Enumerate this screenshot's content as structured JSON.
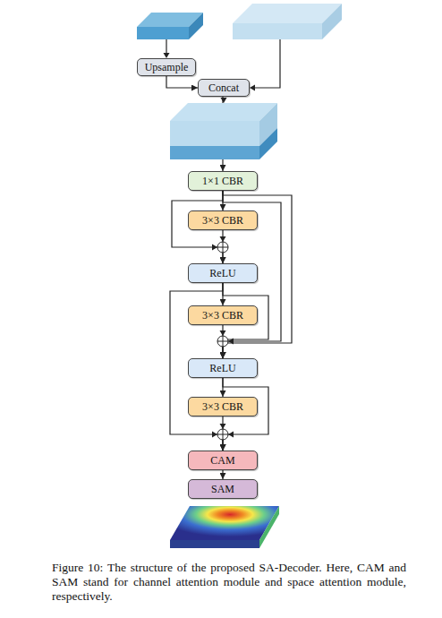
{
  "diagram": {
    "caption": "Figure 10: The structure of the proposed SA-Decoder. Here, CAM and SAM stand for channel attention module and space attention module, respectively.",
    "nodes": [
      {
        "text": [
          "Upsample"
        ]
      },
      {
        "text": [
          "Concat"
        ]
      },
      {
        "text": [
          "1×1 CBR"
        ]
      },
      {
        "text": [
          "3×3 CBR"
        ]
      },
      {
        "text": [
          "ReLU"
        ]
      },
      {
        "text": [
          "3×3 CBR"
        ]
      },
      {
        "text": [
          "ReLU"
        ]
      },
      {
        "text": [
          "3×3 CBR"
        ]
      },
      {
        "text": [
          "CAM"
        ]
      },
      {
        "text": [
          "SAM"
        ]
      }
    ],
    "edges": [
      {
        "from": 0,
        "to": 1,
        "arrow": "to"
      },
      {
        "from": 1,
        "to": 2,
        "arrow": "to"
      },
      {
        "from": 2,
        "to": 3,
        "arrow": "to"
      },
      {
        "from": 3,
        "to": 4,
        "arrow": "to"
      },
      {
        "from": 2,
        "to": 4,
        "arrow": "to"
      },
      {
        "from": 4,
        "to": 5,
        "arrow": "to"
      },
      {
        "from": 5,
        "to": 6,
        "arrow": "to"
      },
      {
        "from": 4,
        "to": 6,
        "arrow": "to"
      },
      {
        "from": 2,
        "to": 6,
        "arrow": "to"
      },
      {
        "from": 2,
        "to": 6,
        "arrow": "to"
      },
      {
        "from": 6,
        "to": 7,
        "arrow": "to"
      },
      {
        "from": 7,
        "to": 8,
        "arrow": "to"
      },
      {
        "from": 6,
        "to": 8,
        "arrow": "to"
      },
      {
        "from": 4,
        "to": 8,
        "arrow": "to"
      },
      {
        "from": 8,
        "to": 9,
        "arrow": "to"
      }
    ]
  }
}
